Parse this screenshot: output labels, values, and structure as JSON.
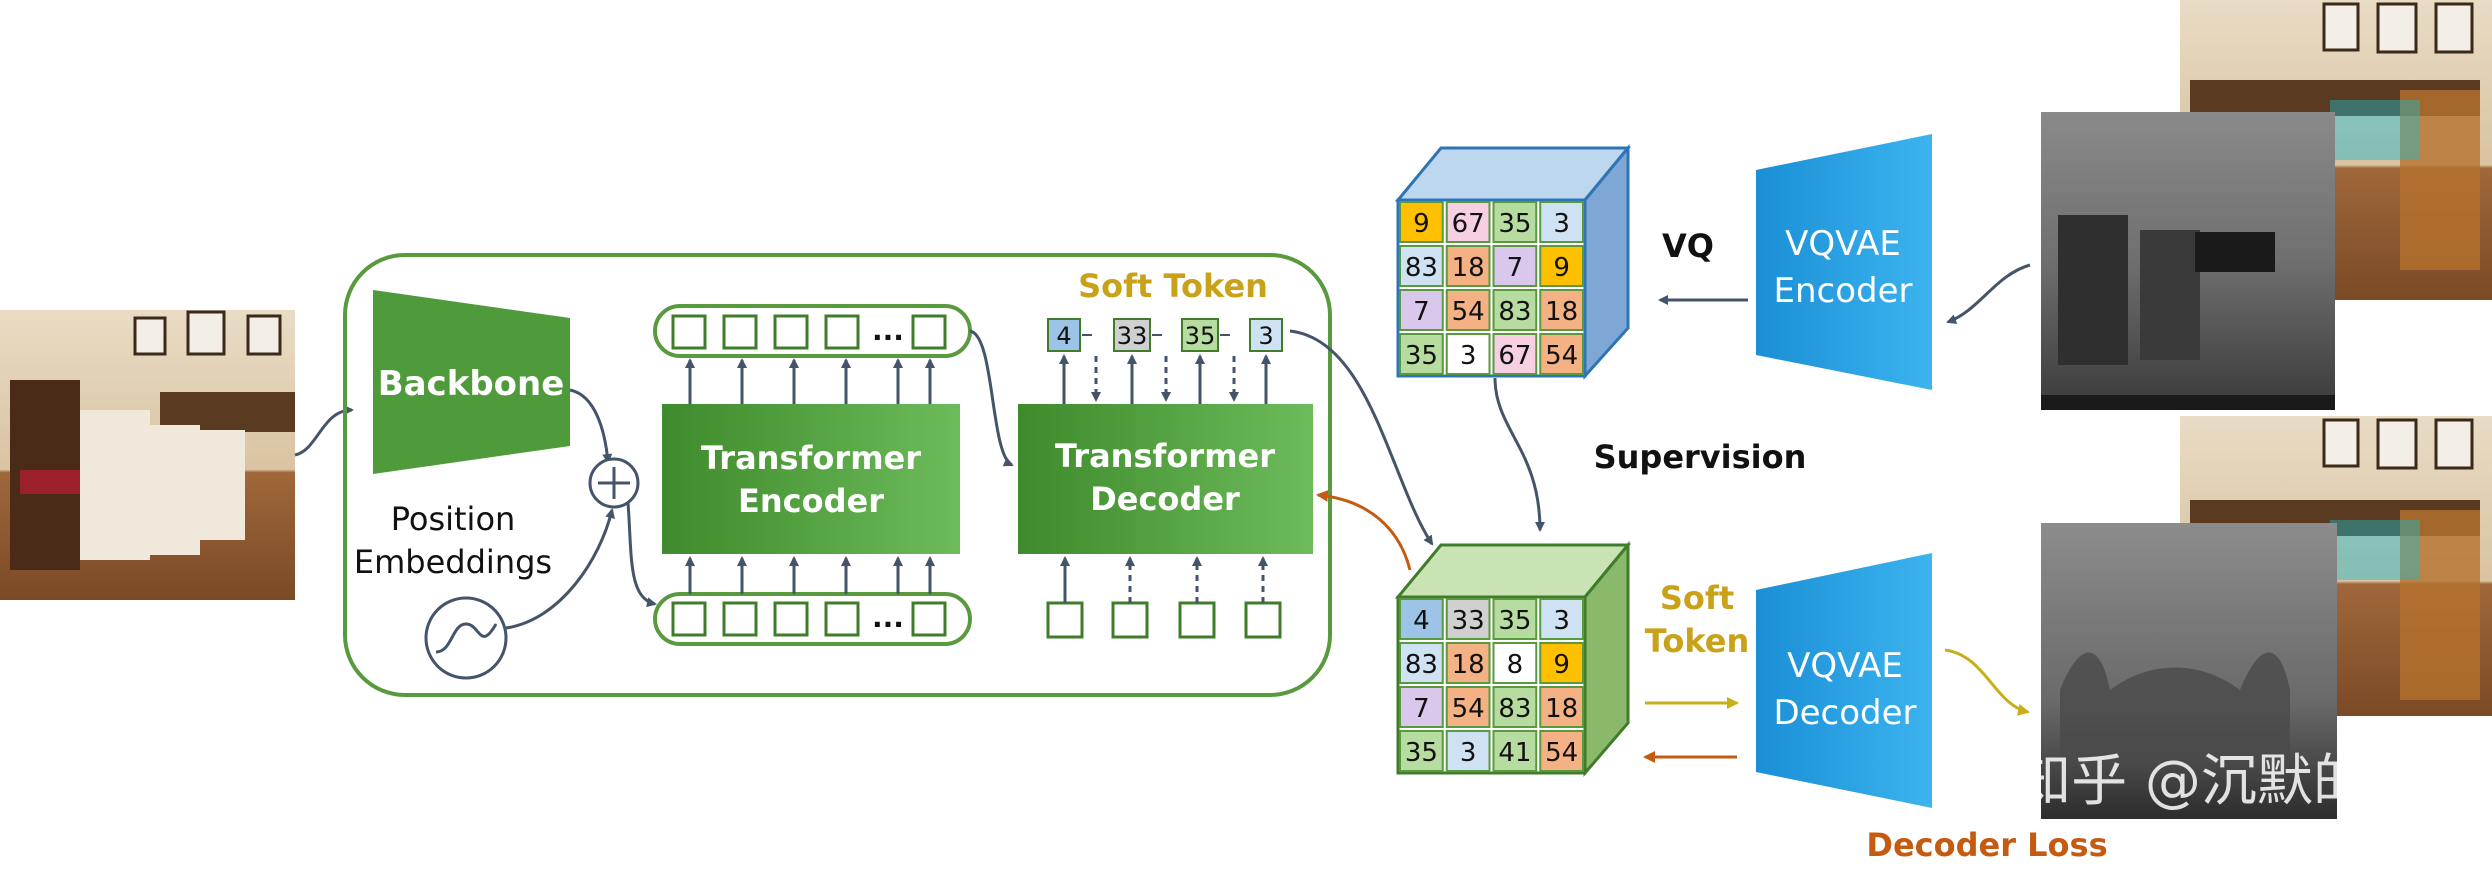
{
  "labels": {
    "backbone": "Backbone",
    "position_embeddings_line1": "Position",
    "position_embeddings_line2": "Embeddings",
    "transformer_encoder_line1": "Transformer",
    "transformer_encoder_line2": "Encoder",
    "transformer_decoder_line1": "Transformer",
    "transformer_decoder_line2": "Decoder",
    "soft_token_top": "Soft Token",
    "soft_token_side_line1": "Soft",
    "soft_token_side_line2": "Token",
    "vq": "VQ",
    "supervision": "Supervision",
    "vqvae_encoder_line1": "VQVAE",
    "vqvae_encoder_line2": "Encoder",
    "vqvae_decoder_line1": "VQVAE",
    "vqvae_decoder_line2": "Decoder",
    "decoder_loss": "Decoder Loss",
    "ellipsis": "...",
    "plus": "+",
    "watermark": "知乎 @沉默的猫"
  },
  "soft_tokens": [
    "4",
    "33",
    "35",
    "3"
  ],
  "top_cube_grid": [
    [
      "9",
      "67",
      "35",
      "3"
    ],
    [
      "83",
      "18",
      "7",
      "9"
    ],
    [
      "7",
      "54",
      "83",
      "18"
    ],
    [
      "35",
      "3",
      "67",
      "54"
    ]
  ],
  "bottom_cube_grid": [
    [
      "4",
      "33",
      "35",
      "3"
    ],
    [
      "83",
      "18",
      "8",
      "9"
    ],
    [
      "7",
      "54",
      "83",
      "18"
    ],
    [
      "35",
      "3",
      "41",
      "54"
    ]
  ],
  "colors": {
    "green_dark": "#3f8a2e",
    "green_box": "#4f9a3a",
    "green_outline": "#5a9a3e",
    "blue_vqvae": "#1f9fe0",
    "arrow": "#44546a",
    "soft_token_text": "#c9a21a",
    "decoder_loss": "#c55a11",
    "yellow_arrow": "#c6b01a",
    "cell_yellow": "#ffc000",
    "cell_pink": "#f7cfe4",
    "cell_green": "#b7dca0",
    "cell_lightblue": "#cfe2f3",
    "cell_orange": "#f4b183",
    "cell_purple": "#d9c8ec",
    "cell_white": "#ffffff",
    "cell_blue": "#9dc3e6",
    "cell_gray": "#d0d0d0"
  }
}
